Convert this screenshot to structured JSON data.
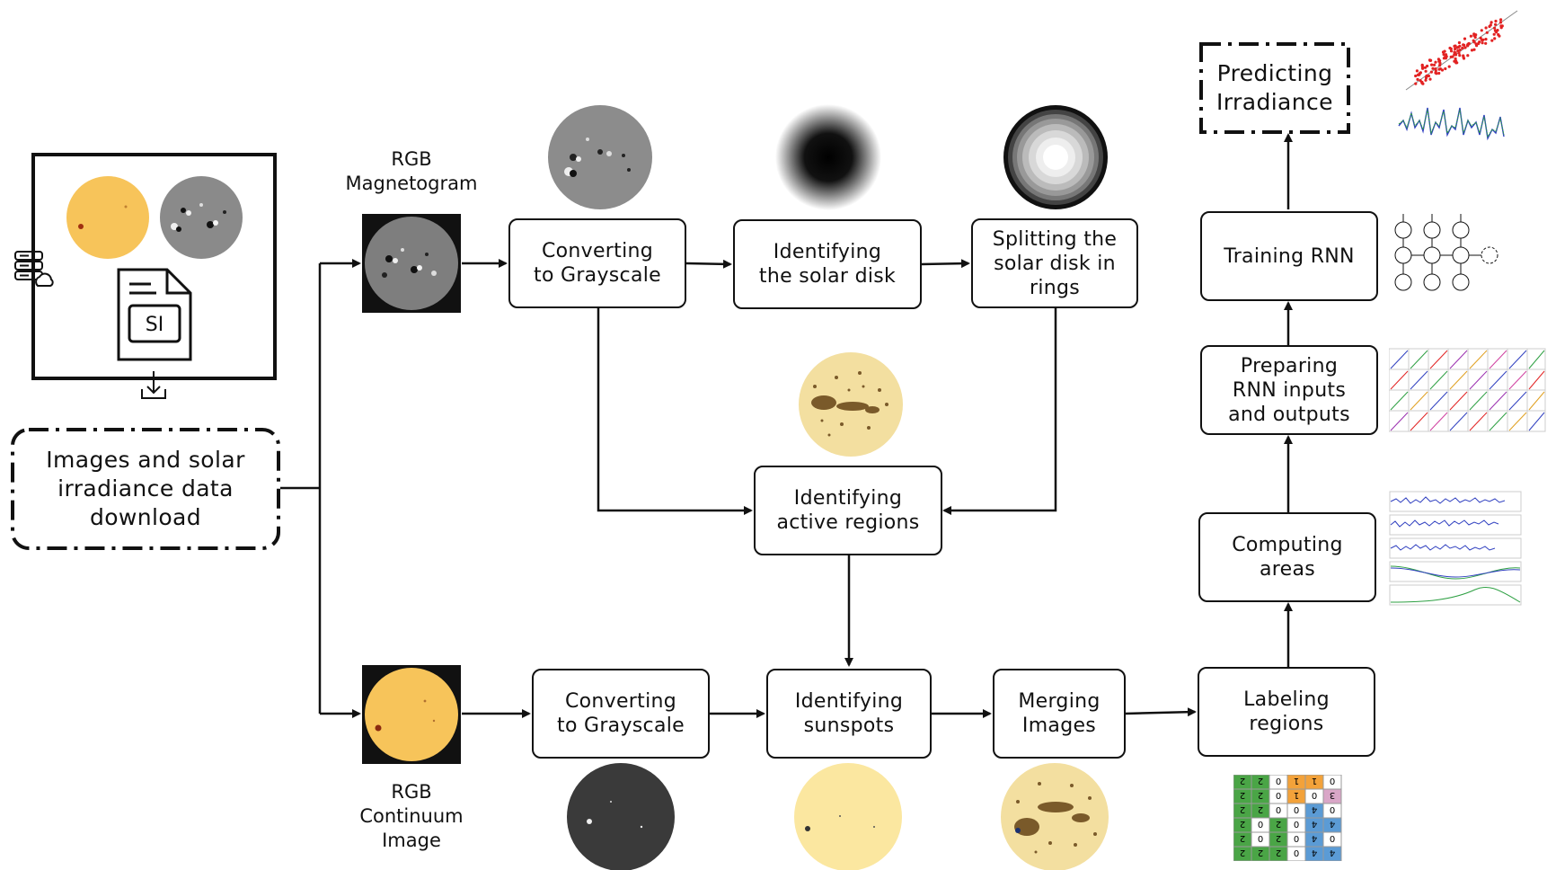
{
  "nodes": {
    "download": "Images and solar\nirradiance data\ndownload",
    "predict": "Predicting\nIrradiance",
    "gray_top": "Converting\nto Grayscale",
    "solar_disk": "Identifying\nthe solar disk",
    "rings": "Splitting the\nsolar disk in\nrings",
    "active": "Identifying\nactive regions",
    "gray_bottom": "Converting\nto Grayscale",
    "sunspots": "Identifying\nsunspots",
    "merging": "Merging\nImages",
    "labeling": "Labeling\nregions",
    "computing": "Computing\nareas",
    "preparing": "Preparing\nRNN inputs\nand outputs",
    "training": "Training RNN"
  },
  "labels": {
    "magnetogram": "RGB\nMagnetogram",
    "continuum": "RGB\nContinuum\nImage",
    "si_badge": "SI"
  },
  "grid_digits": [
    [
      "2",
      "2",
      "0",
      "1",
      "1",
      "0"
    ],
    [
      "2",
      "2",
      "0",
      "1",
      "0",
      "3"
    ],
    [
      "2",
      "2",
      "0",
      "0",
      "4",
      "0"
    ],
    [
      "2",
      "0",
      "2",
      "0",
      "4",
      "4"
    ],
    [
      "2",
      "0",
      "2",
      "0",
      "4",
      "0"
    ],
    [
      "2",
      "2",
      "2",
      "0",
      "4",
      "4"
    ]
  ],
  "colors": {
    "sun_yellow": "#f7c45a",
    "sun_pale": "#fbe7a0",
    "magneto_gray": "#8a8a8a",
    "spot_brown": "#7a5a2a",
    "grid_green": "#4aa546",
    "grid_orange": "#f3a23a",
    "grid_blue": "#5b9bd5",
    "grid_pink": "#d9a6c7",
    "scatter_red": "#e22222",
    "line_blue": "#3040c0",
    "line_green": "#2ea043"
  },
  "icons": [
    "server-cloud-icon",
    "document-icon",
    "download-icon"
  ]
}
